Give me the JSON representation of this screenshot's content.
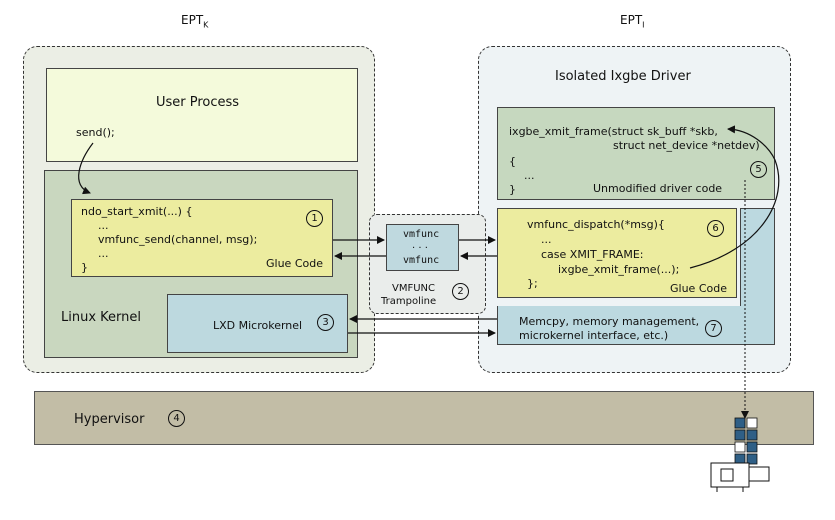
{
  "headers": {
    "ept_k": "EPT",
    "ept_k_sub": "K",
    "ept_i": "EPT",
    "ept_i_sub": "I"
  },
  "user_process": {
    "title": "User Process",
    "code": "send();"
  },
  "linux_kernel": {
    "title": "Linux Kernel"
  },
  "glue_left": {
    "lines": [
      "ndo_start_xmit(...) {",
      "...",
      "vmfunc_send(channel, msg);",
      "...",
      "}"
    ],
    "label": "Glue Code",
    "step": "1"
  },
  "lxd": {
    "label": "LXD Microkernel",
    "step": "3"
  },
  "trampoline": {
    "vmfunc_top": "vmfunc",
    "dots": ". . .",
    "vmfunc_bottom": "vmfunc",
    "label_line1": "VMFUNC",
    "label_line2": "Trampoline",
    "step": "2"
  },
  "isolated": {
    "title": "Isolated Ixgbe Driver"
  },
  "driver": {
    "line1": "ixgbe_xmit_frame(struct sk_buff *skb,",
    "line2": "struct net_device *netdev)",
    "line3": "{",
    "line4": "...",
    "line5": "}",
    "label": "Unmodified driver code",
    "step": "5"
  },
  "glue_right": {
    "lines": [
      "vmfunc_dispatch(*msg){",
      "...",
      "case XMIT_FRAME:",
      "ixgbe_xmit_frame(...);",
      "};"
    ],
    "label": "Glue Code",
    "step": "6"
  },
  "shared": {
    "line1": "Memcpy, memory management,",
    "line2": "microkernel interface, etc.)",
    "step": "7"
  },
  "hypervisor": {
    "label": "Hypervisor",
    "step": "4"
  },
  "colors": {
    "ept_k_bg": "#ebeee5",
    "ept_i_bg": "#eef3f5",
    "user_process": "#f4fadb",
    "linux_kernel": "#c9d7bf",
    "glue_code": "#ecec9f",
    "microkernel": "#bdd9df",
    "hypervisor": "#c2bda6",
    "page_dark": "#2f5f86"
  }
}
